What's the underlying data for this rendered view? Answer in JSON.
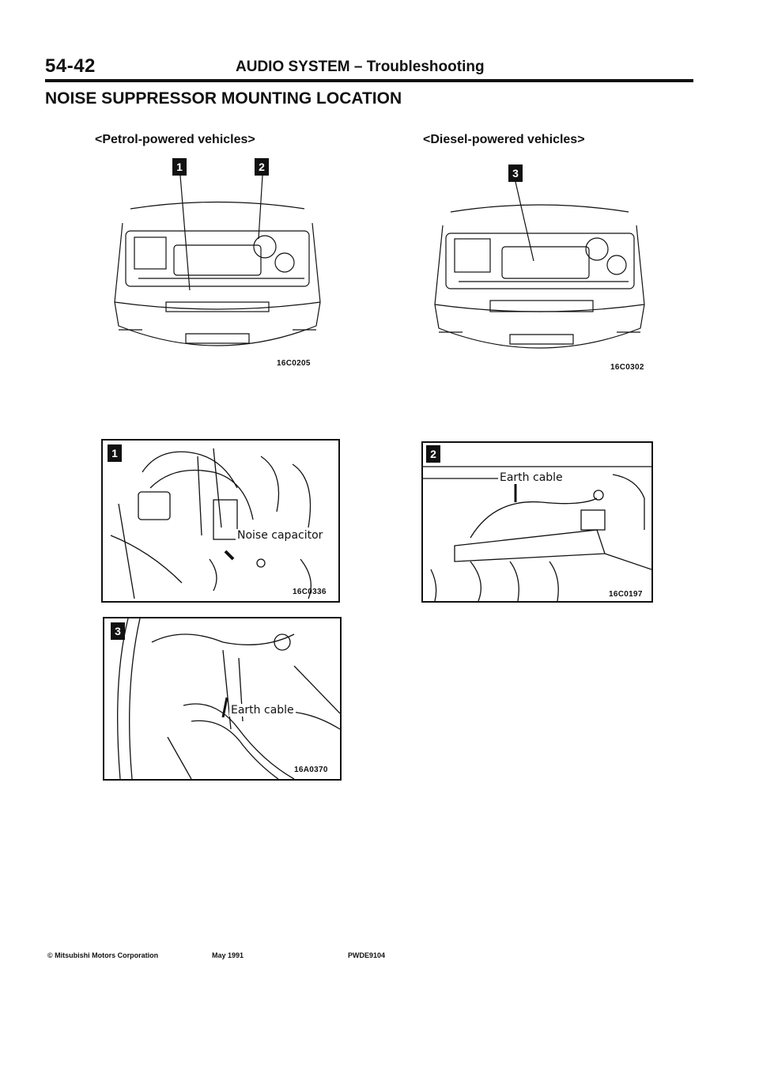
{
  "header": {
    "page_number": "54-42",
    "section_title": "AUDIO SYSTEM – Troubleshooting"
  },
  "main": {
    "title": "NOISE SUPPRESSOR MOUNTING LOCATION",
    "petrol": {
      "label": "<Petrol-powered vehicles>",
      "badges": [
        "1",
        "2"
      ],
      "figure_code": "16C0205"
    },
    "diesel": {
      "label": "<Diesel-powered vehicles>",
      "badges": [
        "3"
      ],
      "figure_code": "16C0302"
    },
    "detail_1": {
      "badge": "1",
      "callout": "Noise capacitor",
      "figure_code": "16C0336"
    },
    "detail_2": {
      "badge": "2",
      "callout": "Earth cable",
      "figure_code": "16C0197"
    },
    "detail_3": {
      "badge": "3",
      "callout": "Earth cable",
      "figure_code": "16A0370"
    }
  },
  "footer": {
    "copyright": "© Mitsubishi Motors Corporation",
    "date": "May 1991",
    "doc_code": "PWDE9104"
  }
}
